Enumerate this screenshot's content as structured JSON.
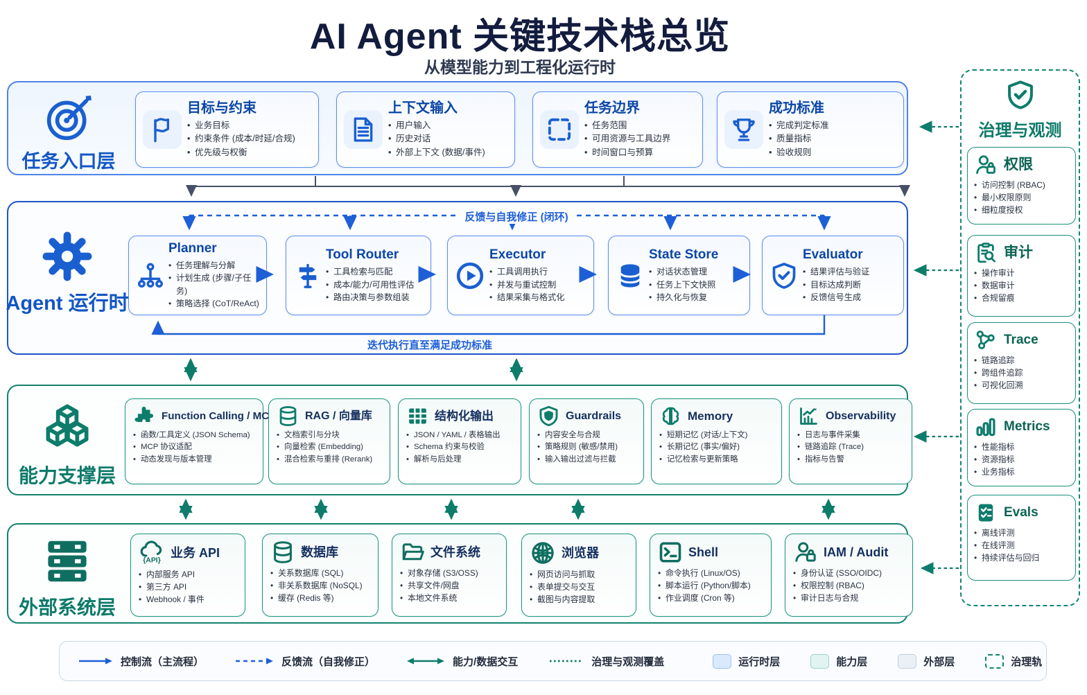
{
  "title": "AI Agent 关键技术栈总览",
  "subtitle": "从模型能力到工程化运行时",
  "colors": {
    "primary_blue": "#1a5fd0",
    "deep_blue_title": "#0c46a6",
    "navy_title": "#131c3e",
    "teal": "#0e7c6b",
    "connector_navy": "#475068"
  },
  "layers": {
    "entry": {
      "label": "任务入口层",
      "icon": "target-icon",
      "cards": [
        {
          "title": "目标与约束",
          "icon": "flag-icon",
          "items": [
            "业务目标",
            "约束条件 (成本/时延/合规)",
            "优先级与权衡"
          ]
        },
        {
          "title": "上下文输入",
          "icon": "document-icon",
          "items": [
            "用户输入",
            "历史对话",
            "外部上下文 (数据/事件)"
          ]
        },
        {
          "title": "任务边界",
          "icon": "dashed-box-icon",
          "items": [
            "任务范围",
            "可用资源与工具边界",
            "时间窗口与预算"
          ]
        },
        {
          "title": "成功标准",
          "icon": "trophy-icon",
          "items": [
            "完成判定标准",
            "质量指标",
            "验收规则"
          ]
        }
      ]
    },
    "runtime": {
      "label": "Agent 运行时",
      "icon": "gear-icon",
      "feedback_label": "反馈与自我修正 (闭环)",
      "loop_label": "迭代执行直至满足成功标准",
      "cards": [
        {
          "title": "Planner",
          "icon": "hierarchy-icon",
          "items": [
            "任务理解与分解",
            "计划生成 (步骤/子任务)",
            "策略选择 (CoT/ReAct)"
          ]
        },
        {
          "title": "Tool Router",
          "icon": "signpost-icon",
          "items": [
            "工具检索与匹配",
            "成本/能力/可用性评估",
            "路由决策与参数组装"
          ]
        },
        {
          "title": "Executor",
          "icon": "play-icon",
          "items": [
            "工具调用执行",
            "并发与重试控制",
            "结果采集与格式化"
          ]
        },
        {
          "title": "State Store",
          "icon": "database-icon",
          "items": [
            "对话状态管理",
            "任务上下文快照",
            "持久化与恢复"
          ]
        },
        {
          "title": "Evaluator",
          "icon": "shield-check-icon",
          "items": [
            "结果评估与验证",
            "目标达成判断",
            "反馈信号生成"
          ]
        }
      ]
    },
    "capability": {
      "label": "能力支撑层",
      "icon": "cubes-icon",
      "cards": [
        {
          "title": "Function Calling / MCP",
          "icon": "puzzle-icon",
          "items": [
            "函数/工具定义 (JSON Schema)",
            "MCP 协议适配",
            "动态发现与版本管理"
          ]
        },
        {
          "title": "RAG / 向量库",
          "icon": "database-icon",
          "items": [
            "文档索引与分块",
            "向量检索 (Embedding)",
            "混合检索与重排 (Rerank)"
          ]
        },
        {
          "title": "结构化输出",
          "icon": "table-icon",
          "items": [
            "JSON / YAML / 表格输出",
            "Schema 约束与校验",
            "解析与后处理"
          ]
        },
        {
          "title": "Guardrails",
          "icon": "shield-icon",
          "items": [
            "内容安全与合规",
            "策略规则 (敏感/禁用)",
            "输入输出过滤与拦截"
          ]
        },
        {
          "title": "Memory",
          "icon": "brain-icon",
          "items": [
            "短期记忆 (对话/上下文)",
            "长期记忆 (事实/偏好)",
            "记忆检索与更新策略"
          ]
        },
        {
          "title": "Observability",
          "icon": "chart-icon",
          "items": [
            "日志与事件采集",
            "链路追踪 (Trace)",
            "指标与告警"
          ]
        }
      ]
    },
    "external": {
      "label": "外部系统层",
      "icon": "servers-icon",
      "cards": [
        {
          "title": "业务 API",
          "icon": "cloud-api-icon",
          "items": [
            "内部服务 API",
            "第三方 API",
            "Webhook / 事件"
          ]
        },
        {
          "title": "数据库",
          "icon": "database-icon",
          "items": [
            "关系数据库 (SQL)",
            "非关系数据库 (NoSQL)",
            "缓存 (Redis 等)"
          ]
        },
        {
          "title": "文件系统",
          "icon": "folder-icon",
          "items": [
            "对象存储 (S3/OSS)",
            "共享文件/网盘",
            "本地文件系统"
          ]
        },
        {
          "title": "浏览器",
          "icon": "globe-icon",
          "items": [
            "网页访问与抓取",
            "表单提交与交互",
            "截图与内容提取"
          ]
        },
        {
          "title": "Shell",
          "icon": "terminal-icon",
          "items": [
            "命令执行 (Linux/OS)",
            "脚本运行 (Python/脚本)",
            "作业调度 (Cron 等)"
          ]
        },
        {
          "title": "IAM / Audit",
          "icon": "user-lock-icon",
          "items": [
            "身份认证 (SSO/OIDC)",
            "权限控制 (RBAC)",
            "审计日志与合规"
          ]
        }
      ]
    }
  },
  "governance": {
    "label": "治理与观测",
    "icon": "shield-check-icon",
    "cards": [
      {
        "title": "权限",
        "icon": "user-lock-icon",
        "items": [
          "访问控制 (RBAC)",
          "最小权限原则",
          "细粒度授权"
        ]
      },
      {
        "title": "审计",
        "icon": "clipboard-audit-icon",
        "items": [
          "操作审计",
          "数据审计",
          "合规留痕"
        ]
      },
      {
        "title": "Trace",
        "icon": "trace-icon",
        "items": [
          "链路追踪",
          "跨组件追踪",
          "可视化回溯"
        ]
      },
      {
        "title": "Metrics",
        "icon": "metrics-icon",
        "items": [
          "性能指标",
          "资源指标",
          "业务指标"
        ]
      },
      {
        "title": "Evals",
        "icon": "evals-icon",
        "items": [
          "离线评测",
          "在线评测",
          "持续评估与回归"
        ]
      }
    ]
  },
  "legend": {
    "items": [
      {
        "label": "控制流（主流程）",
        "marker": "solid-blue-arrow"
      },
      {
        "label": "反馈流（自我修正）",
        "marker": "dashed-blue-arrow"
      },
      {
        "label": "能力/数据交互",
        "marker": "teal-double-arrow"
      },
      {
        "label": "治理与观测覆盖",
        "marker": "teal-dotted-line"
      },
      {
        "label": "运行时层",
        "marker": "blue-swatch"
      },
      {
        "label": "能力层",
        "marker": "teal-swatch"
      },
      {
        "label": "外部层",
        "marker": "gray-swatch"
      },
      {
        "label": "治理轨",
        "marker": "dashed-teal-box"
      }
    ]
  }
}
